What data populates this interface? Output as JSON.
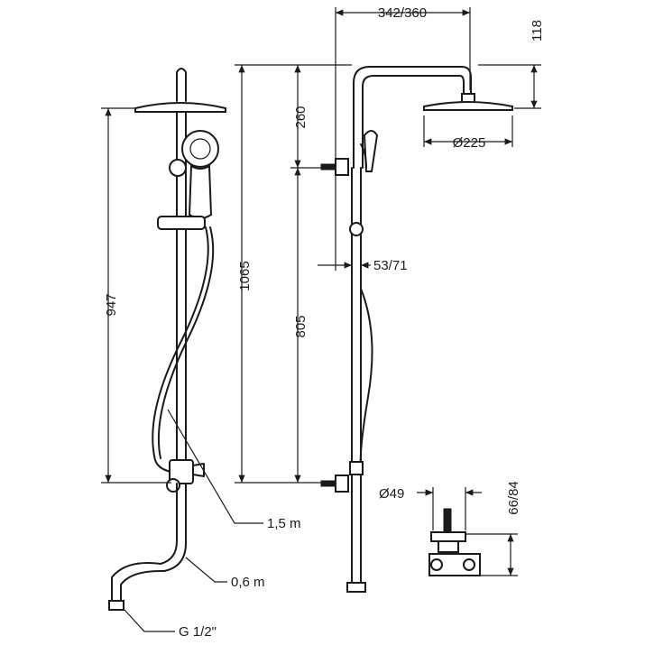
{
  "dimensions": {
    "overall_height": "1065",
    "rail_height": "947",
    "arm_drop": "260",
    "lower_height": "805",
    "arm_reach": "342/360",
    "head_height": "118",
    "head_diameter": "Ø225",
    "wall_offset": "53/71",
    "valve_diameter": "Ø49",
    "valve_depth": "66/84"
  },
  "callouts": {
    "hose_long": "1,5 m",
    "hose_short": "0,6 m",
    "thread": "G 1/2\""
  }
}
